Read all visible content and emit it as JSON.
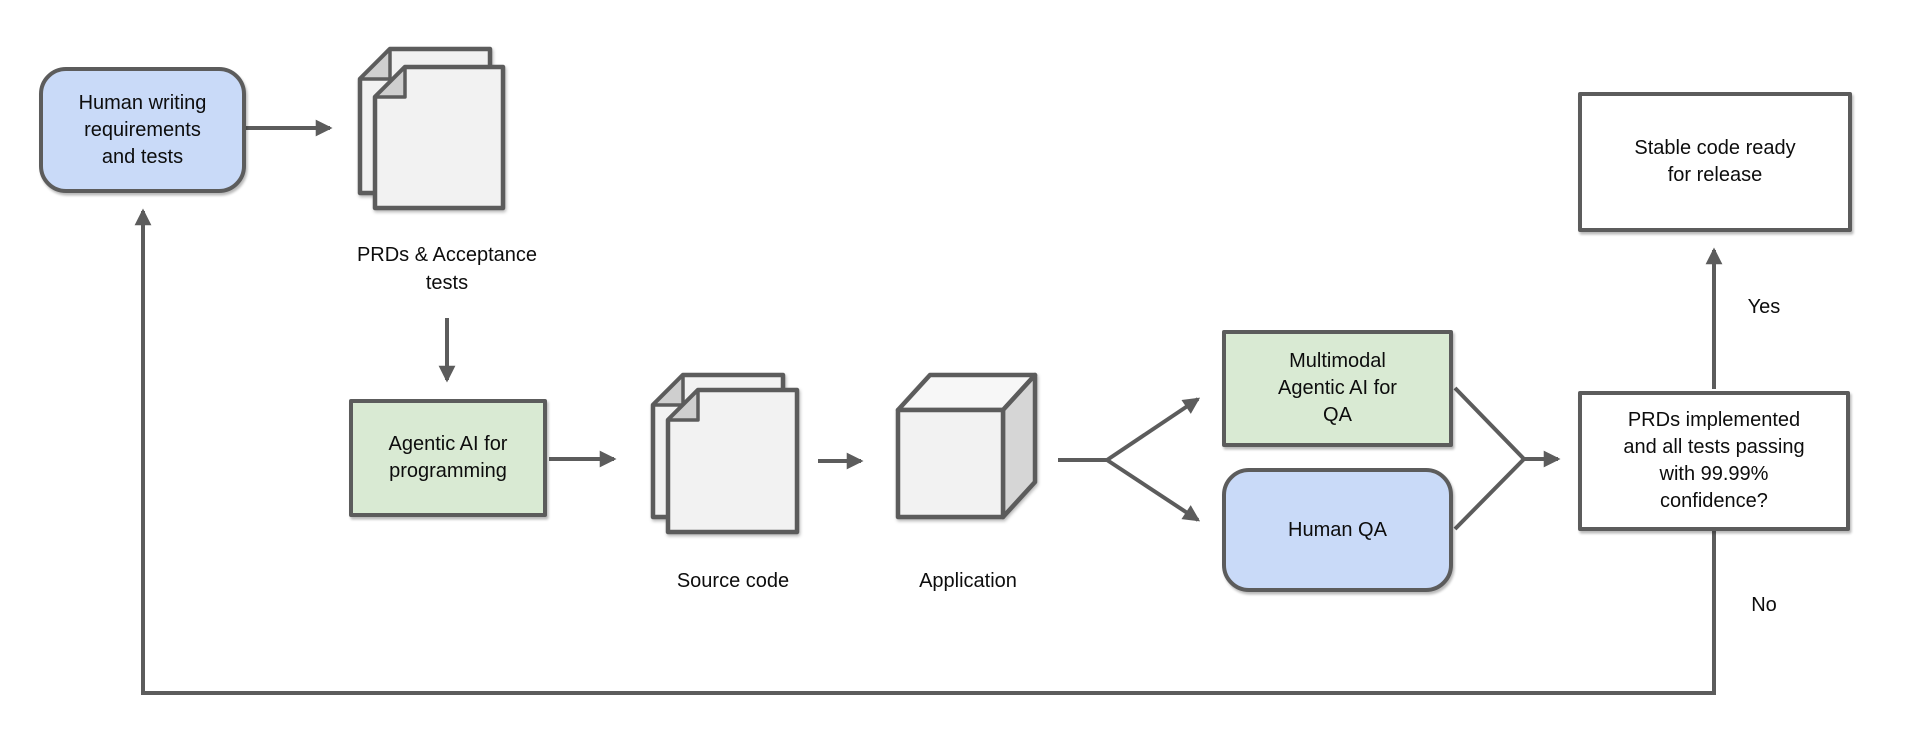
{
  "nodes": {
    "human_writing": {
      "label": "Human writing\nrequirements\nand tests",
      "fill": "#c9daf8",
      "shape": "rounded-rectangle"
    },
    "agentic_programming": {
      "label": "Agentic AI for\nprogramming",
      "fill": "#d9ead3",
      "shape": "rectangle"
    },
    "multimodal_qa": {
      "label": "Multimodal\nAgentic AI for\nQA",
      "fill": "#d9ead3",
      "shape": "rectangle"
    },
    "human_qa": {
      "label": "Human QA",
      "fill": "#c9daf8",
      "shape": "rounded-rectangle"
    },
    "decision": {
      "label": "PRDs implemented\nand all tests passing\nwith 99.99%\nconfidence?",
      "fill": "#ffffff",
      "shape": "rectangle"
    },
    "stable_release": {
      "label": "Stable code ready\nfor release",
      "fill": "#ffffff",
      "shape": "rectangle"
    }
  },
  "icons": {
    "prd_docs": {
      "icon": "document-stack-icon",
      "label": "PRDs & Acceptance\ntests"
    },
    "source_code": {
      "icon": "document-stack-icon",
      "label": "Source code"
    },
    "application": {
      "icon": "cube-icon",
      "label": "Application"
    }
  },
  "edge_labels": {
    "yes": "Yes",
    "no": "No"
  },
  "colors": {
    "node_blue": "#c9daf8",
    "node_green": "#d9ead3",
    "node_white": "#ffffff",
    "stroke": "#5c5c5c",
    "icon_fill": "#f2f2f2",
    "icon_fill_light": "#f7f7f7",
    "icon_fill_dark": "#d6d6d6",
    "text": "#0d0d0d",
    "background": "#ffffff"
  }
}
